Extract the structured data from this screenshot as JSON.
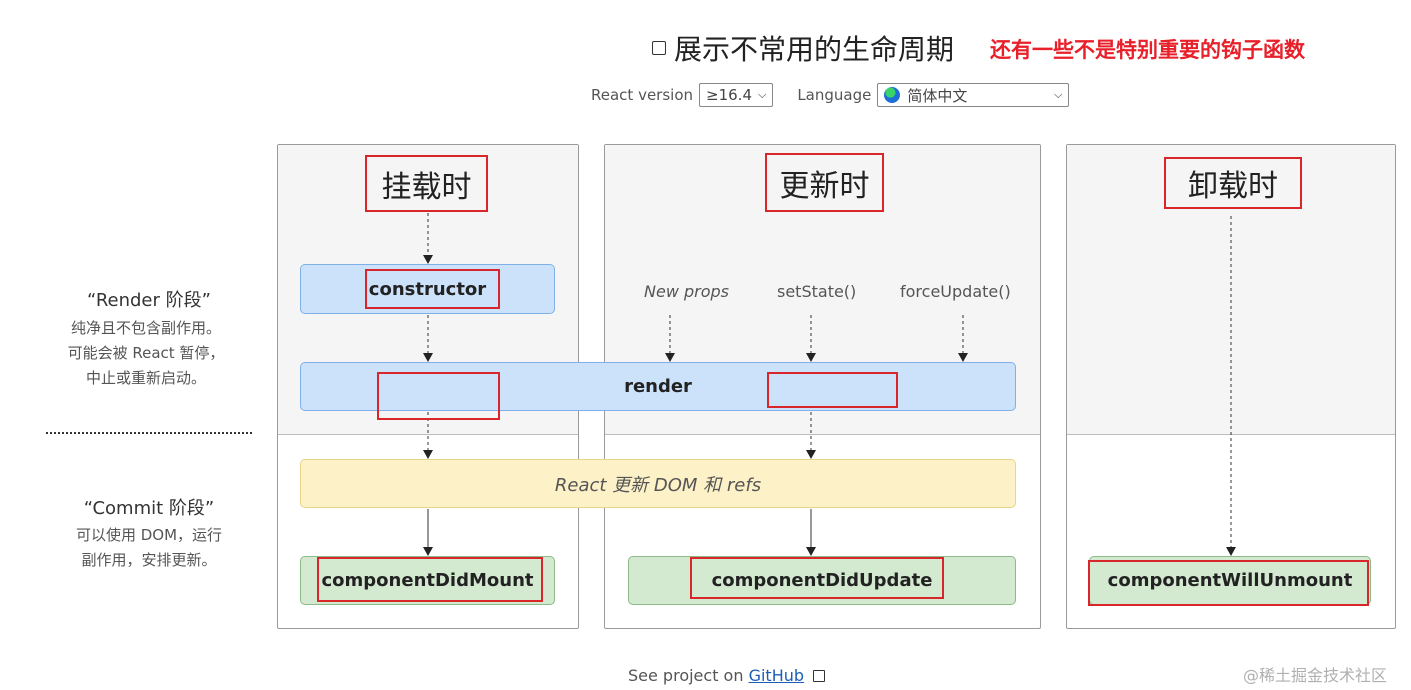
{
  "header": {
    "toggle_label": "展示不常用的生命周期",
    "annotation": "还有一些不是特别重要的钩子函数",
    "react_version_label": "React version",
    "react_version_value": "≥16.4",
    "language_label": "Language",
    "language_value": "简体中文"
  },
  "stages": {
    "render": {
      "title": "“Render 阶段”",
      "desc_lines": [
        "纯净且不包含副作用。",
        "可能会被 React 暂停，",
        "中止或重新启动。"
      ]
    },
    "commit": {
      "title": "“Commit 阶段”",
      "desc_lines": [
        "可以使用 DOM，运行",
        "副作用，安排更新。"
      ]
    }
  },
  "columns": {
    "mounting": {
      "title": "挂载时"
    },
    "updating": {
      "title": "更新时",
      "triggers": [
        "New props",
        "setState()",
        "forceUpdate()"
      ]
    },
    "unmounting": {
      "title": "卸载时"
    }
  },
  "nodes": {
    "constructor": "constructor",
    "render": "render",
    "dom_update": "React 更新 DOM 和 refs",
    "did_mount": "componentDidMount",
    "did_update": "componentDidUpdate",
    "will_unmount": "componentWillUnmount"
  },
  "footer": {
    "prefix": "See project on",
    "link": "GitHub",
    "watermark": "@稀土掘金技术社区"
  },
  "colors": {
    "render_phase_box": "#cce2fb",
    "commit_dom_box": "#fdf1c8",
    "commit_lifecycle_box": "#d3ead1",
    "highlight": "#d9262b"
  }
}
